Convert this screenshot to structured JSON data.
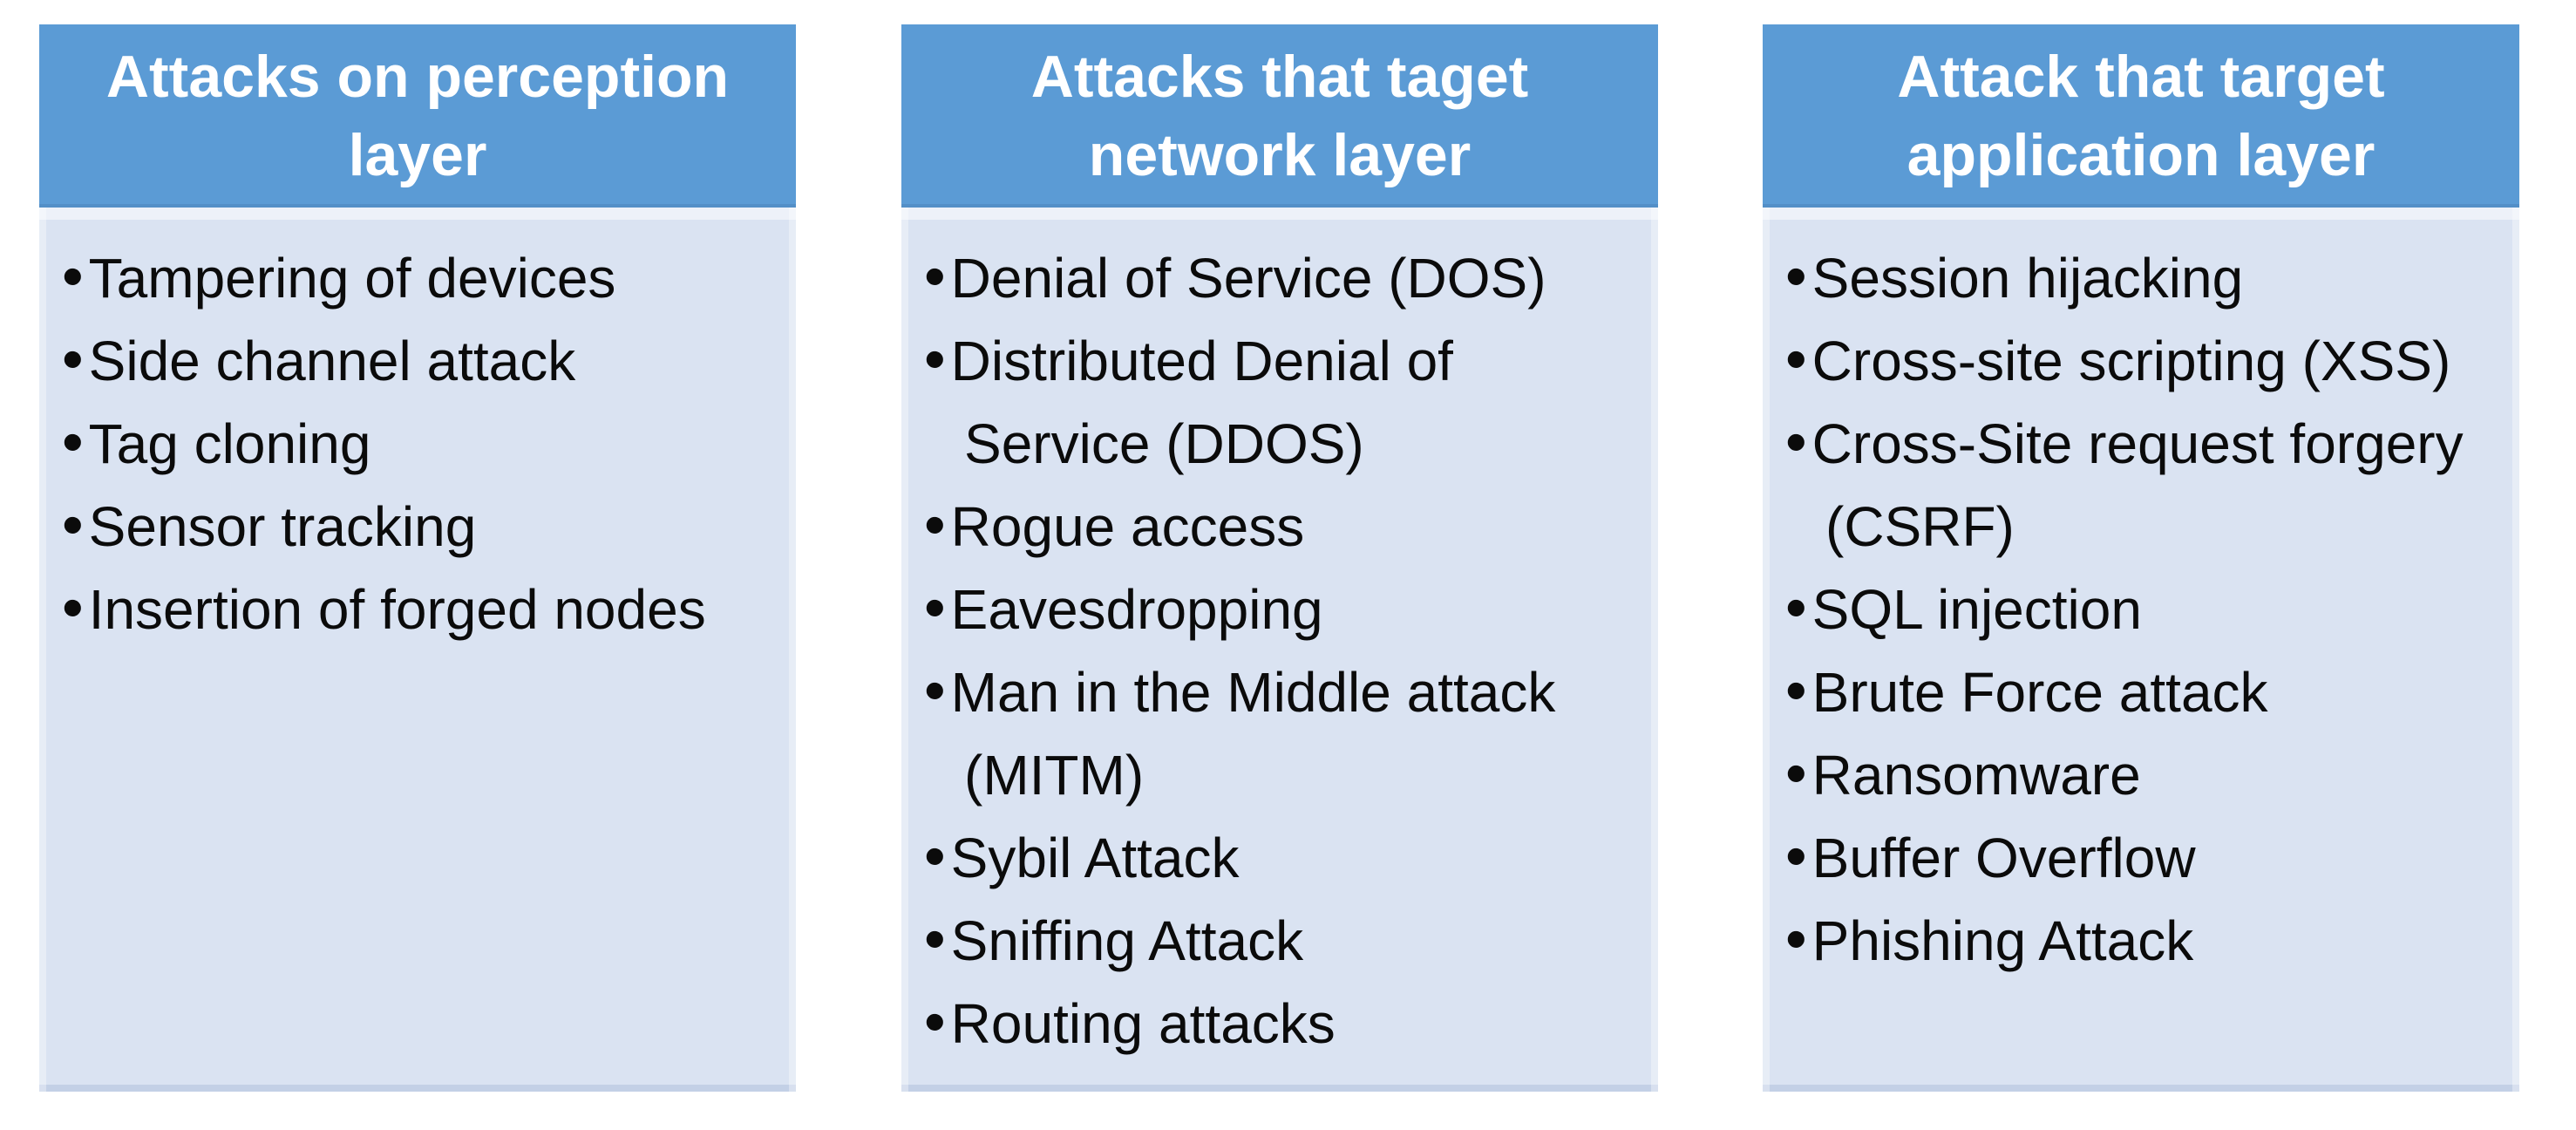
{
  "figure": {
    "title_area": "IoT layer attack classification diagram",
    "colors": {
      "page_bg": "#FFFFFF",
      "header_bg": "#5B9BD5",
      "header_text": "#FFFFFF",
      "body_bg": "#DAE3F2",
      "body_text": "#0B0B0B"
    },
    "columns": [
      {
        "title": "Attacks on perception layer",
        "items": [
          "Tampering of devices",
          "Side channel attack",
          "Tag cloning",
          "Sensor tracking",
          "Insertion of forged nodes"
        ]
      },
      {
        "title": "Attacks that taget network layer",
        "items": [
          "Denial of Service (DOS)",
          "Distributed Denial of Service (DDOS)",
          "Rogue access",
          "Eavesdropping",
          "Man in the Middle attack (MITM)",
          "Sybil Attack",
          "Sniffing Attack",
          "Routing attacks"
        ]
      },
      {
        "title": "Attack that target application layer",
        "items": [
          "Session hijacking",
          "Cross-site scripting (XSS)",
          "Cross-Site request forgery (CSRF)",
          "SQL injection",
          "Brute Force attack",
          "Ransomware",
          "Buffer Overflow",
          "Phishing Attack"
        ]
      }
    ]
  }
}
